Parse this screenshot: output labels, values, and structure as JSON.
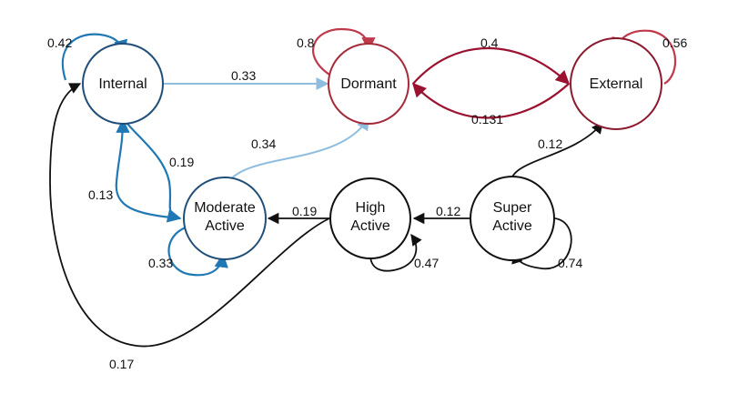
{
  "colors": {
    "blue": "#1f78b4",
    "light_blue": "#8fbde0",
    "red": "#c0394b",
    "dark_red": "#9b1230",
    "black": "#111111",
    "internal_border": "#1f4e79",
    "dormant_border": "#a52a3a",
    "external_border": "#8b1a2e",
    "moderate_border": "#1f4e79",
    "neutral_border": "#111111"
  },
  "nodes": {
    "internal": {
      "label": "Internal"
    },
    "dormant": {
      "label": "Dormant"
    },
    "external": {
      "label": "External"
    },
    "moderate_active": {
      "line1": "Moderate",
      "line2": "Active"
    },
    "high_active": {
      "line1": "High",
      "line2": "Active"
    },
    "super_active": {
      "line1": "Super",
      "line2": "Active"
    }
  },
  "edges": {
    "internal_self": "0.42",
    "internal_to_dormant": "0.33",
    "dormant_self": "0.8",
    "dormant_to_external": "0.4",
    "external_to_dormant": "0.131",
    "external_self": "0.56",
    "moderate_to_dormant": "0.34",
    "internal_to_moderate": "0.19",
    "moderate_to_internal": "0.13",
    "moderate_self": "0.33",
    "high_to_moderate": "0.19",
    "super_to_high": "0.12",
    "high_self": "0.47",
    "super_to_external": "0.12",
    "super_self": "0.74",
    "high_to_internal": "0.17"
  }
}
